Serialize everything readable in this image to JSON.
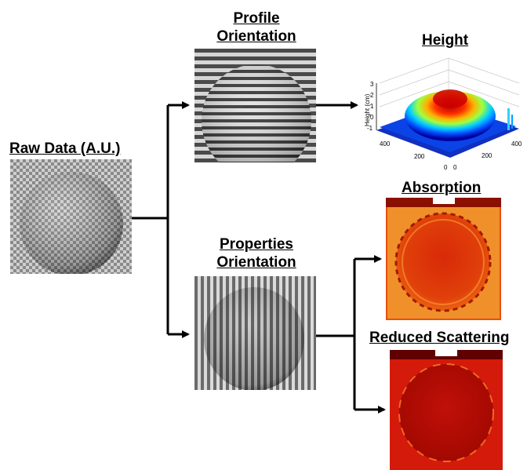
{
  "labels": {
    "raw_data": "Raw Data (A.U.)",
    "profile_line1": "Profile",
    "profile_line2": "Orientation",
    "properties_line1": "Properties",
    "properties_line2": "Orientation",
    "height": "Height",
    "absorption": "Absorption",
    "reduced_scattering": "Reduced Scattering"
  },
  "height_plot": {
    "z_label": "Height (cm)",
    "z_ticks": [
      "3",
      "2",
      "1",
      "0",
      "-1"
    ],
    "x_ticks": [
      "400",
      "200",
      "0"
    ],
    "y_ticks": [
      "0",
      "200",
      "400"
    ]
  },
  "colors": {
    "arrow": "#000000",
    "fringe_dark": "#3a3a3a",
    "fringe_light": "#d6d6d6",
    "absorption_bg": "#e85a10",
    "scattering_bg": "#d11a0a"
  }
}
